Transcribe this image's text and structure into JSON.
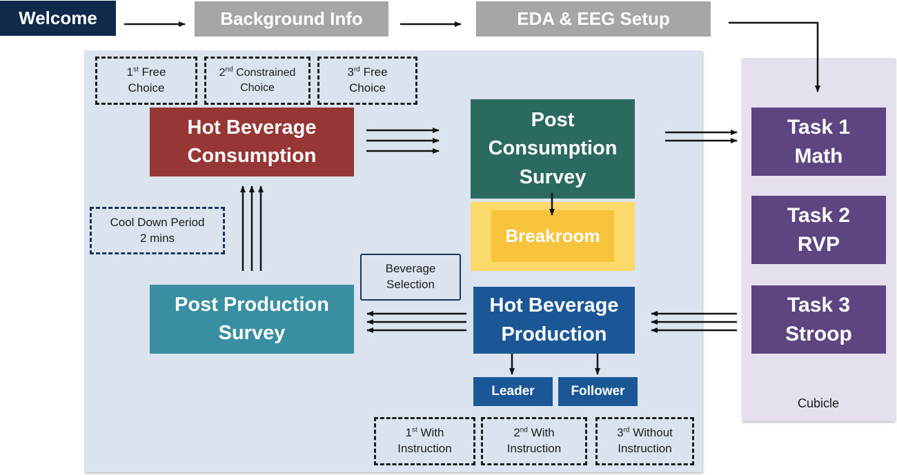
{
  "header": {
    "welcome": "Welcome",
    "background_info": "Background Info",
    "eda_eeg_setup": "EDA & EEG Setup"
  },
  "choices": [
    {
      "ordinal": "1",
      "suffix": "st",
      "word": "Free",
      "line2": "Choice"
    },
    {
      "ordinal": "2",
      "suffix": "nd",
      "word": "Constrained",
      "line2": "Choice"
    },
    {
      "ordinal": "3",
      "suffix": "rd",
      "word": "Free",
      "line2": "Choice"
    }
  ],
  "hot_beverage_consumption": {
    "line1": "Hot Beverage",
    "line2": "Consumption"
  },
  "post_consumption_survey": {
    "line1": "Post",
    "line2": "Consumption",
    "line3": "Survey"
  },
  "breakroom": "Breakroom",
  "cool_down": {
    "line1": "Cool Down Period",
    "line2": "2 mins"
  },
  "beverage_selection": {
    "line1": "Beverage",
    "line2": "Selection"
  },
  "post_production_survey": {
    "line1": "Post Production",
    "line2": "Survey"
  },
  "hot_beverage_production": {
    "line1": "Hot Beverage",
    "line2": "Production"
  },
  "roles": {
    "leader": "Leader",
    "follower": "Follower"
  },
  "instructions": [
    {
      "ordinal": "1",
      "suffix": "st",
      "word": "With",
      "line2": "Instruction"
    },
    {
      "ordinal": "2",
      "suffix": "nd",
      "word": "With",
      "line2": "Instruction"
    },
    {
      "ordinal": "3",
      "suffix": "rd",
      "word": "Without",
      "line2": "Instruction"
    }
  ],
  "tasks": [
    {
      "line1": "Task 1",
      "line2": "Math"
    },
    {
      "line1": "Task 2",
      "line2": "RVP"
    },
    {
      "line1": "Task 3",
      "line2": "Stroop"
    }
  ],
  "cubicle": "Cubicle",
  "colors": {
    "navy": "#0f2a4a",
    "gray": "#a6a6a6",
    "breakroom_panel": "#dbe3ef",
    "cubicle_panel": "#e6e0ee",
    "consumption": "#973735",
    "post_consumption": "#2b6a5f",
    "breakroom_outer": "#fbd96b",
    "breakroom_inner": "#f6c33b",
    "post_production": "#3a8ea1",
    "production": "#1b5797",
    "task": "#5d4581"
  }
}
